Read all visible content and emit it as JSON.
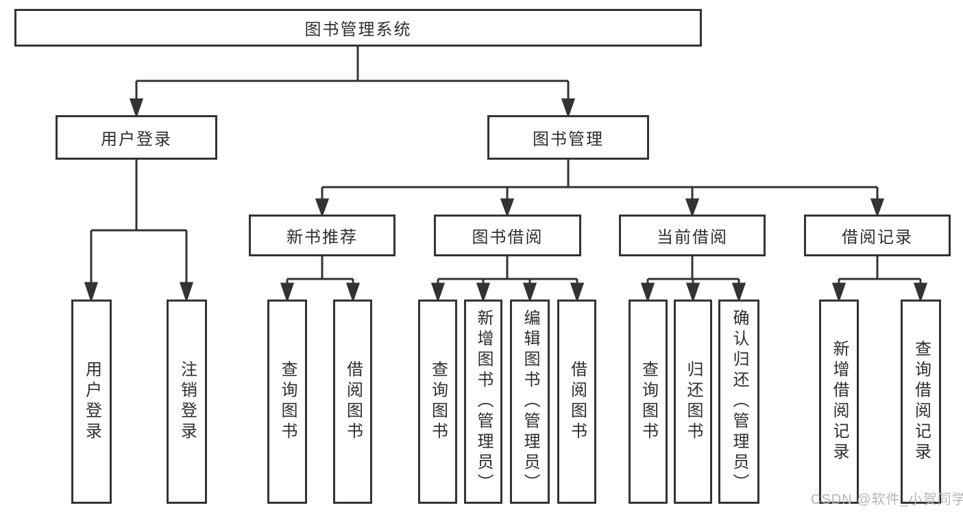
{
  "tree": {
    "label": "图书管理系统",
    "children": [
      {
        "label": "用户登录",
        "children": [
          {
            "label": "用户登录"
          },
          {
            "label": "注销登录"
          }
        ]
      },
      {
        "label": "图书管理",
        "children": [
          {
            "label": "新书推荐",
            "children": [
              {
                "label": "查询图书"
              },
              {
                "label": "借阅图书"
              }
            ]
          },
          {
            "label": "图书借阅",
            "children": [
              {
                "label": "查询图书"
              },
              {
                "label": "新增图书（管理员）"
              },
              {
                "label": "编辑图书（管理员）"
              },
              {
                "label": "借阅图书"
              }
            ]
          },
          {
            "label": "当前借阅",
            "children": [
              {
                "label": "查询图书"
              },
              {
                "label": "归还图书"
              },
              {
                "label": "确认归还（管理员）"
              }
            ]
          },
          {
            "label": "借阅记录",
            "children": [
              {
                "label": "新增借阅记录"
              },
              {
                "label": "查询借阅记录"
              }
            ]
          }
        ]
      }
    ]
  },
  "watermark": "CSDN @软件_小贺同学",
  "colors": {
    "line": "#333333",
    "box_border": "#333333",
    "text": "#2e2e2e",
    "watermark": "#b5b5b5",
    "background": "#ffffff"
  }
}
